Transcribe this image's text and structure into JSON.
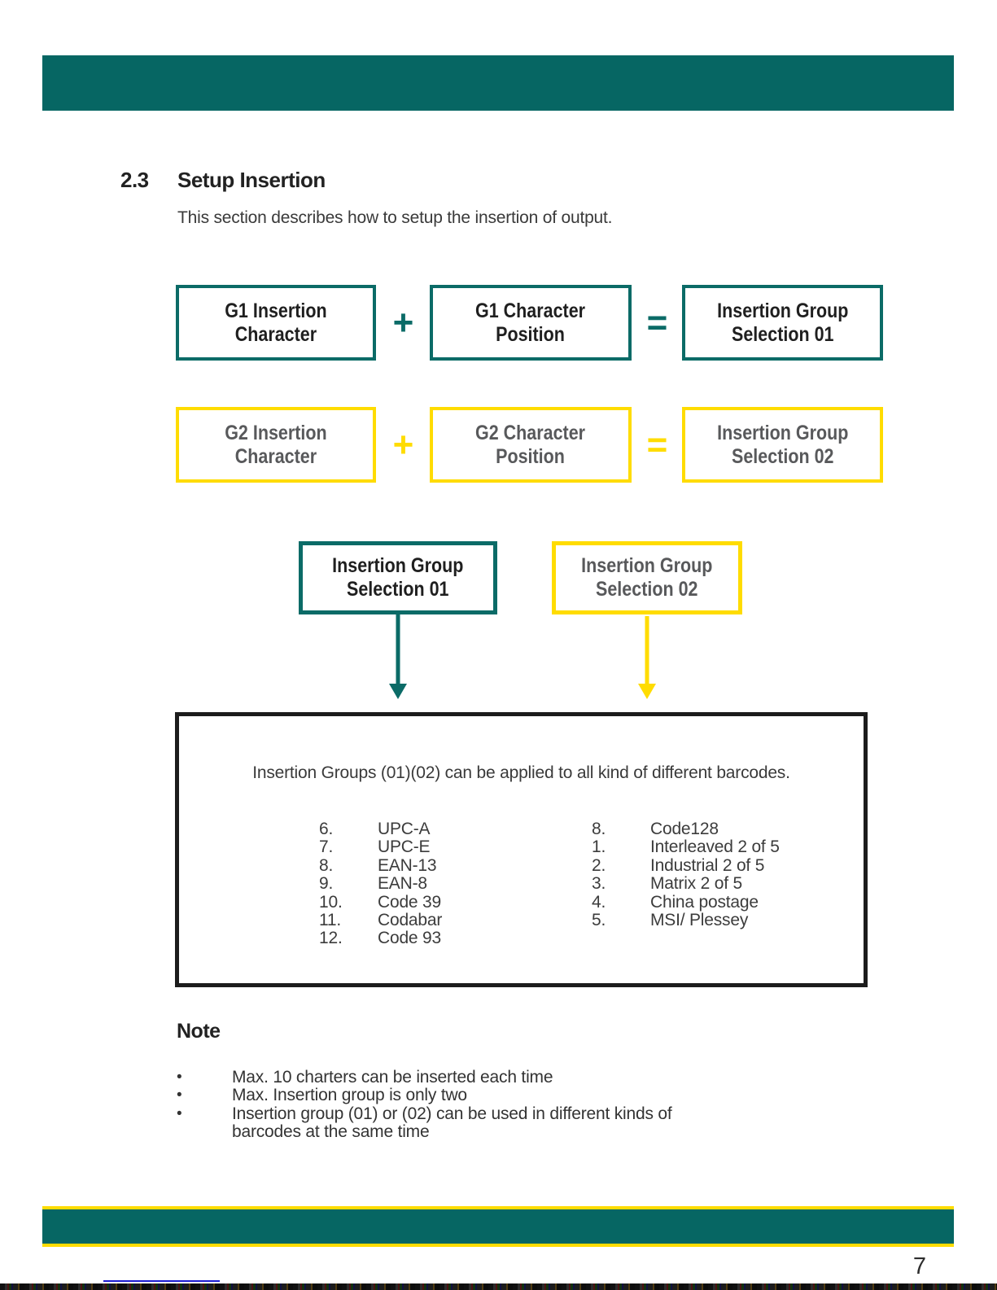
{
  "page_number": "7",
  "section": {
    "number": "2.3",
    "title": "Setup Insertion",
    "description": "This section describes how to setup the insertion of output."
  },
  "diagram": {
    "rows": [
      {
        "box1": {
          "line1": "G1 Insertion",
          "line2": "Character"
        },
        "plus": "+",
        "box2": {
          "line1": "G1 Character",
          "line2": "Position"
        },
        "equals": "=",
        "box3": {
          "line1": "Insertion Group",
          "line2": "Selection 01"
        }
      },
      {
        "box1": {
          "line1": "G2 Insertion",
          "line2": "Character"
        },
        "plus": "+",
        "box2": {
          "line1": "G2 Character",
          "line2": "Position"
        },
        "equals": "=",
        "box3": {
          "line1": "Insertion Group",
          "line2": "Selection 02"
        }
      }
    ],
    "selection_boxes": [
      {
        "line1": "Insertion Group",
        "line2": "Selection 01"
      },
      {
        "line1": "Insertion Group",
        "line2": "Selection 02"
      }
    ]
  },
  "barcode_panel": {
    "caption": "Insertion Groups (01)(02) can be applied to all kind of different barcodes.",
    "left_list": [
      {
        "num": "6.",
        "label": "UPC-A"
      },
      {
        "num": "7.",
        "label": "UPC-E"
      },
      {
        "num": "8.",
        "label": "EAN-13"
      },
      {
        "num": "9.",
        "label": "EAN-8"
      },
      {
        "num": "10.",
        "label": "Code 39"
      },
      {
        "num": "11.",
        "label": "Codabar"
      },
      {
        "num": "12.",
        "label": "Code 93"
      }
    ],
    "right_list": [
      {
        "num": "8.",
        "label": "Code128"
      },
      {
        "num": "1.",
        "label": "Interleaved 2 of 5"
      },
      {
        "num": "2.",
        "label": "Industrial 2 of 5"
      },
      {
        "num": "3.",
        "label": "Matrix 2 of 5"
      },
      {
        "num": "4.",
        "label": "China postage"
      },
      {
        "num": "5.",
        "label": "MSI/ Plessey"
      }
    ]
  },
  "note": {
    "heading": "Note",
    "bullet_glyph": "•",
    "bullets": [
      "Max. 10 charters can be inserted each time",
      "Max. Insertion group is only two",
      "Insertion group (01) or (02) can be used in different kinds of barcodes at the same time"
    ]
  },
  "colors": {
    "teal": "#066663",
    "yellow": "#FFDC00",
    "panel_border_black": "#1c1c1c",
    "link_blue": "#1b1bd1"
  }
}
